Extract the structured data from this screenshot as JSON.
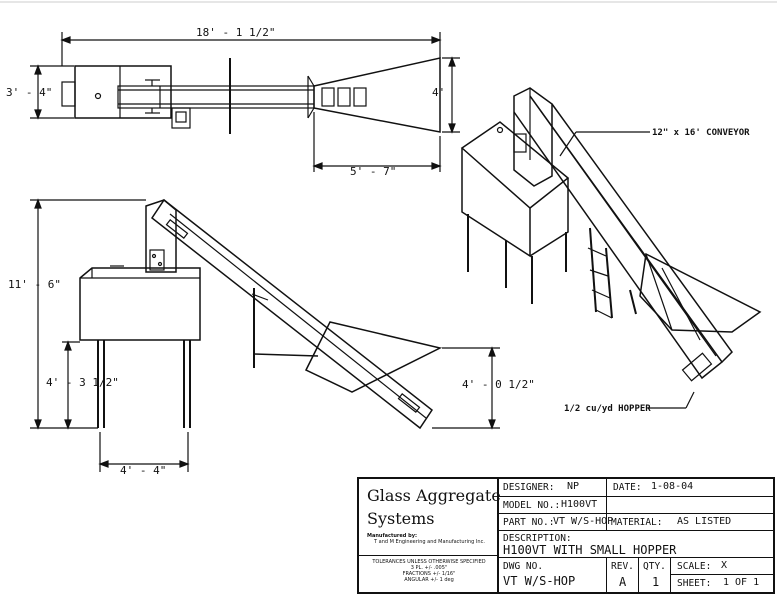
{
  "dimensions": {
    "overall_length": "18' - 1 1/2\"",
    "plan_width": "3' - 4\"",
    "hopper_width": "4'",
    "hopper_length": "5' - 7\"",
    "overall_height": "11' - 6\"",
    "stand_height": "4' - 3 1/2\"",
    "hopper_height": "4' - 0 1/2\"",
    "stand_width": "4' - 4\""
  },
  "callouts": {
    "conveyor": "12\" x 16' CONVEYOR",
    "hopper": "1/2 cu/yd HOPPER"
  },
  "title_block": {
    "company_line1": "Glass Aggregate",
    "company_line2": "Systems",
    "company_sub1": "Manufactured by:",
    "company_sub2": "T and M Engineering and Manufacturing Inc.",
    "tolerances": [
      "TOLERANCES UNLESS OTHERWISE SPECIFIED",
      "3 PL. +/- .005\"",
      "FRACTIONS +/- 1/16\"",
      "ANGULAR +/- 1 deg"
    ],
    "designer_label": "DESIGNER:",
    "designer_value": "NP",
    "date_label": "DATE:",
    "date_value": "1-08-04",
    "model_label": "MODEL NO.:",
    "model_value": "H100VT",
    "part_label": "PART NO.:",
    "part_value": "VT W/S-HOP",
    "material_label": "MATERIAL:",
    "material_value": "AS LISTED",
    "description_label": "DESCRIPTION:",
    "description_value": "H100VT WITH SMALL HOPPER",
    "dwg_label": "DWG NO.",
    "dwg_value": "VT W/S-HOP",
    "rev_label": "REV.",
    "rev_value": "A",
    "qty_label": "QTY.",
    "qty_value": "1",
    "scale_label": "SCALE:",
    "scale_value": "X",
    "sheet_label": "SHEET:",
    "sheet_value": "1 OF 1"
  }
}
